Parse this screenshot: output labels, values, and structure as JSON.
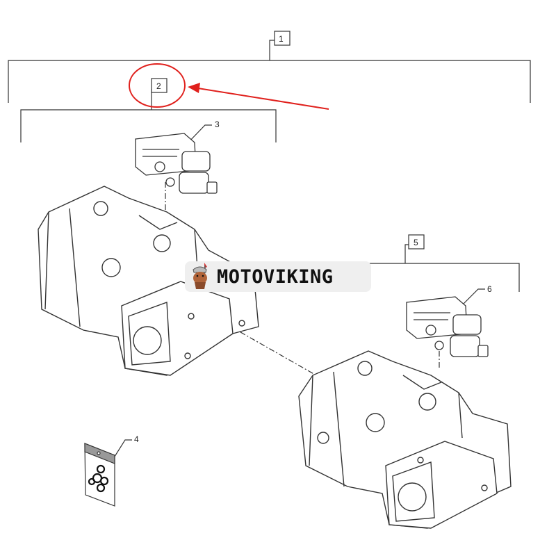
{
  "callouts": {
    "c1": "1",
    "c2": "2",
    "c3": "3",
    "c4": "4",
    "c5": "5",
    "c6": "6"
  },
  "logo": {
    "text": "MOTOVIKING",
    "icon": "viking-mascot-icon"
  },
  "colors": {
    "highlight": "#e0201c",
    "line": "#333333",
    "logo_bg": "#efefef"
  }
}
